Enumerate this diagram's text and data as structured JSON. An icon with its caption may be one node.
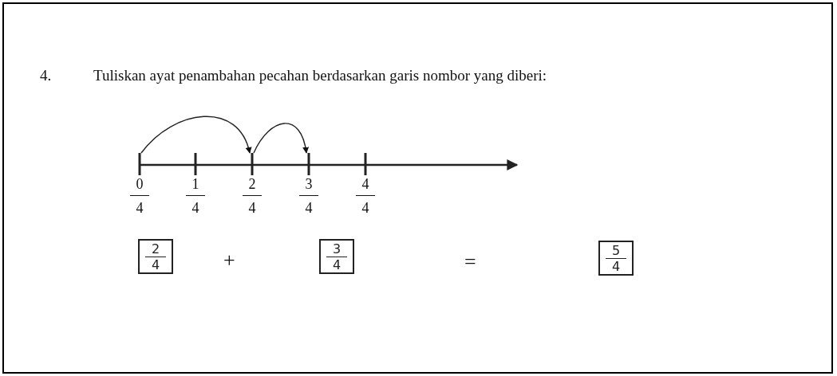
{
  "diagram": {
    "nodes": [
      {
        "text": [
          "0",
          "4"
        ]
      },
      {
        "text": [
          "1",
          "4"
        ]
      },
      {
        "text": [
          "2",
          "4"
        ]
      },
      {
        "text": [
          "3",
          "4"
        ]
      },
      {
        "text": [
          "4",
          "4"
        ]
      },
      {
        "text": [
          "2",
          "4"
        ]
      },
      {
        "text": [
          "3",
          "4"
        ]
      },
      {
        "text": [
          "5",
          "4"
        ]
      }
    ],
    "edges": [
      {
        "from": 0,
        "to": 2,
        "arrow": "to"
      },
      {
        "from": 2,
        "to": 3,
        "arrow": "to"
      }
    ],
    "labels": [
      "4.",
      "Tuliskan ayat penambahan pecahan berdasarkan garis nombor yang diberi:",
      "+",
      "="
    ]
  }
}
